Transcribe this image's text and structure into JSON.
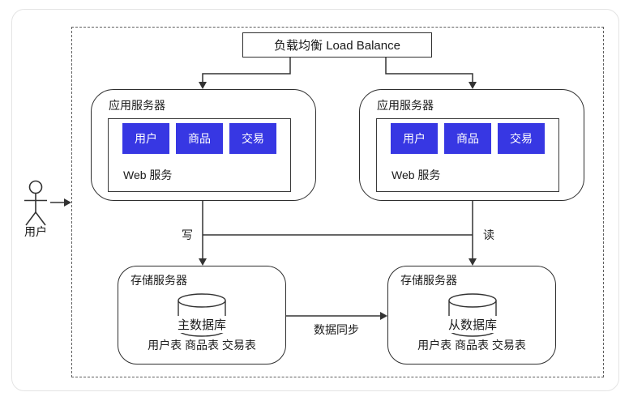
{
  "diagram": {
    "title_hint": "load-balanced web architecture",
    "load_balancer": {
      "label": "负载均衡 Load Balance"
    },
    "user": {
      "label": "用户"
    },
    "app_servers": [
      {
        "title": "应用服务器",
        "web_label": "Web 服务",
        "modules": [
          "用户",
          "商品",
          "交易"
        ]
      },
      {
        "title": "应用服务器",
        "web_label": "Web 服务",
        "modules": [
          "用户",
          "商品",
          "交易"
        ]
      }
    ],
    "storage_servers": [
      {
        "title": "存储服务器",
        "db": "主数据库",
        "tables": "用户表 商品表 交易表"
      },
      {
        "title": "存储服务器",
        "db": "从数据库",
        "tables": "用户表 商品表 交易表"
      }
    ],
    "edges": {
      "write": "写",
      "read": "读",
      "sync": "数据同步"
    },
    "colors": {
      "module_blue": "#3737e3",
      "line": "#333333",
      "dashed_border": "#5f5f5f"
    }
  }
}
